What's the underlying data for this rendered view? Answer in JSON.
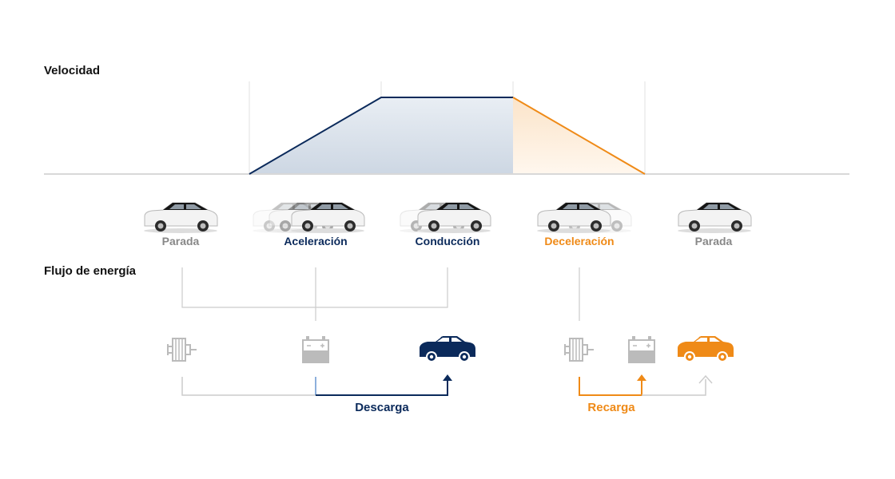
{
  "speed_section": {
    "title": "Velocidad"
  },
  "energy_section": {
    "title": "Flujo de energía"
  },
  "phases": [
    {
      "label": "Parada",
      "status": "stop"
    },
    {
      "label": "Aceleración",
      "status": "accel"
    },
    {
      "label": "Conducción",
      "status": "drive"
    },
    {
      "label": "Deceleración",
      "status": "decel"
    },
    {
      "label": "Parada",
      "status": "stop"
    }
  ],
  "flows": {
    "discharge": {
      "label": "Descarga"
    },
    "recharge": {
      "label": "Recarga"
    }
  },
  "icons": [
    "motor-icon",
    "battery-icon",
    "car-icon",
    "motor-icon",
    "battery-icon",
    "car-icon"
  ],
  "colors": {
    "navy": "#0b2a5b",
    "orange": "#ef8a17",
    "grey_text": "#888888",
    "grey_line": "#cccccc",
    "light_blue": "#8db0dc"
  }
}
